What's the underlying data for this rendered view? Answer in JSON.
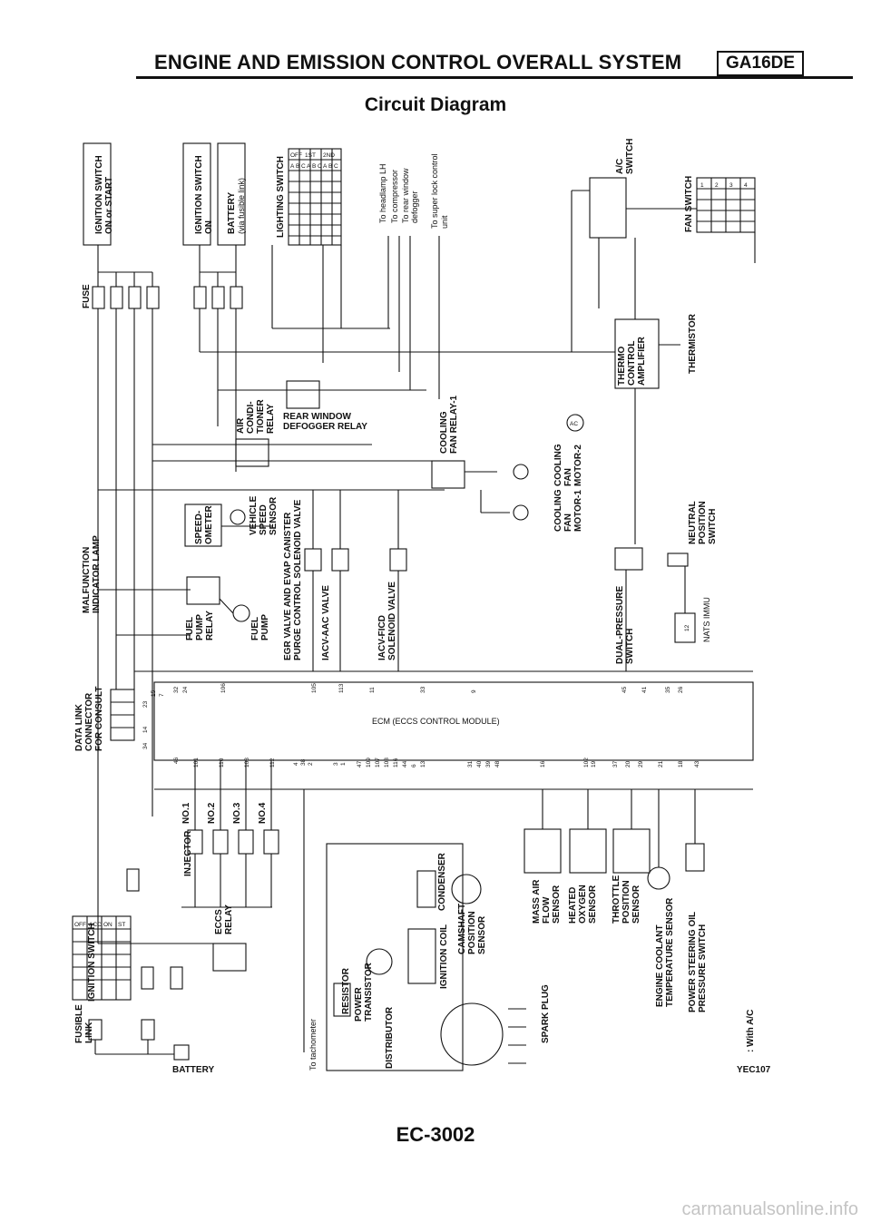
{
  "header": {
    "title": "ENGINE AND EMISSION CONTROL OVERALL SYSTEM",
    "badge": "GA16DE"
  },
  "subtitle": "Circuit Diagram",
  "labels": {
    "ign_on_start": [
      "IGNITION SWITCH",
      "ON or START"
    ],
    "ign_on": [
      "IGNITION SWITCH",
      "ON"
    ],
    "battery_fusible": [
      "BATTERY",
      "(via fusible link)"
    ],
    "lighting_switch": "LIGHTING SWITCH",
    "lighting_table": {
      "cols": [
        "OFF",
        "1ST",
        "2ND"
      ],
      "row": [
        "A",
        "B",
        "C",
        "A",
        "B",
        "C",
        "A",
        "B",
        "C"
      ]
    },
    "to_headlamp": "To headlamp LH",
    "to_compressor": "To compressor",
    "to_rear_window": [
      "To rear window",
      "defogger"
    ],
    "to_super_lock": [
      "To super lock control",
      "unit"
    ],
    "ac_switch": [
      "A/C",
      "SWITCH"
    ],
    "fan_switch": "FAN SWITCH",
    "fan_switch_table": [
      "1",
      "2",
      "3",
      "4"
    ],
    "fuse": "FUSE",
    "thermo": [
      "THERMO",
      "CONTROL",
      "AMPLIFIER"
    ],
    "thermistor": "THERMISTOR",
    "air_cond_relay": [
      "AIR",
      "CONDI-",
      "TIONER",
      "RELAY"
    ],
    "rear_window_relay": [
      "REAR WINDOW",
      "DEFOGGER RELAY"
    ],
    "cooling_fan_relay": [
      "COOLING",
      "FAN RELAY-1"
    ],
    "ac_symbol": "AC",
    "cooling_fan_motor2": [
      "COOLING",
      "FAN",
      "MOTOR-2"
    ],
    "cooling_fan_motor1": [
      "COOLING",
      "FAN",
      "MOTOR-1"
    ],
    "malfunction_lamp": [
      "MALFUNCTION",
      "INDICATOR LAMP"
    ],
    "speedometer": [
      "SPEED-",
      "OMETER"
    ],
    "vehicle_speed": [
      "VEHICLE",
      "SPEED",
      "SENSOR"
    ],
    "egr_valve": [
      "EGR VALVE AND EVAP CANISTER",
      "PURGE CONTROL SOLENOID VALVE"
    ],
    "iacv_aac": "IACV-AAC VALVE",
    "iacv_ficd": [
      "IACV-FICD",
      "SOLENOID VALVE"
    ],
    "neutral_switch": [
      "NEUTRAL",
      "POSITION",
      "SWITCH"
    ],
    "dual_pressure": [
      "DUAL-PRESSURE",
      "SWITCH"
    ],
    "nats": "NATS IMMU",
    "nats_pin": "12",
    "fuel_pump_relay": [
      "FUEL",
      "PUMP",
      "RELAY"
    ],
    "fuel_pump": [
      "FUEL",
      "PUMP"
    ],
    "data_link": [
      "DATA LINK",
      "CONNECTOR",
      "FOR CONSULT"
    ],
    "ecm": "ECM (ECCS CONTROL MODULE)",
    "ecm_pins_top": [
      "32",
      "24",
      "106",
      "105",
      "113",
      "11",
      "33",
      "9",
      "45",
      "41",
      "35",
      "26"
    ],
    "ecm_pins_dlc_top": [
      "7",
      "15",
      "23",
      "14",
      "34"
    ],
    "ecm_pins_bottom": [
      "46",
      "101",
      "110",
      "103",
      "112",
      "4",
      "38",
      "2",
      "3",
      "1",
      "47",
      "109",
      "107",
      "108",
      "116",
      "44",
      "6",
      "13",
      "31",
      "40",
      "39",
      "48",
      "16",
      "102",
      "19",
      "37",
      "20",
      "29",
      "21",
      "18",
      "43"
    ],
    "injector": "INJECTOR",
    "injector_nos": [
      "NO.1",
      "NO.2",
      "NO.3",
      "NO.4"
    ],
    "eccs_relay": [
      "ECCS",
      "RELAY"
    ],
    "condenser": "CONDENSER",
    "ignition_coil": "IGNITION COIL",
    "camshaft": [
      "CAMSHAFT",
      "POSITION",
      "SENSOR"
    ],
    "maf": [
      "MASS AIR",
      "FLOW",
      "SENSOR"
    ],
    "o2": [
      "HEATED",
      "OXYGEN",
      "SENSOR"
    ],
    "tps": [
      "THROTTLE",
      "POSITION",
      "SENSOR"
    ],
    "ect": [
      "ENGINE COOLANT",
      "TEMPERATURE SENSOR"
    ],
    "psps": [
      "POWER STEERING OIL",
      "PRESSURE SWITCH"
    ],
    "spark_plug": "SPARK PLUG",
    "resistor": "RESISTOR",
    "power_transistor": [
      "POWER",
      "TRANSISTOR"
    ],
    "distributor": "DISTRIBUTOR",
    "to_tachometer": "To tachometer",
    "ign_switch2": "IGNITION SWITCH",
    "ign_table_cols": [
      "OFF",
      "ACC",
      "ON",
      "ST"
    ],
    "fusible_link": [
      "FUSIBLE",
      "LINK"
    ],
    "battery": "BATTERY",
    "with_ac": ": With A/C",
    "ref_code": "YEC107"
  },
  "footer": "EC-3002",
  "watermark": "carmanualsonline.info"
}
